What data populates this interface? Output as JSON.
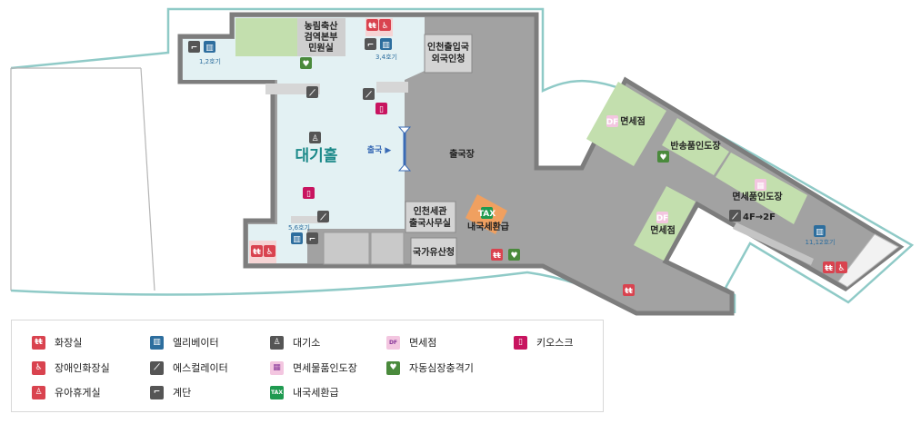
{
  "map": {
    "rooms": {
      "quarantine": [
        "농림축산",
        "검역본부",
        "민원실"
      ],
      "immigration": [
        "인천출입국",
        "외국인청"
      ],
      "customs": [
        "인천세관",
        "출국사무실"
      ],
      "heritage": "국가유산청",
      "waiting_hall": "대기홀",
      "departure_area": "출국장",
      "exit_label": "출국 ▶",
      "tax_refund": "내국세환급",
      "duty_free_1": "면세점",
      "duty_free_2": "면세점",
      "return_pickup": "반송품인도장",
      "dutyfree_pickup": "면세품인도장",
      "escalator_4f_2f": "4F→2F"
    },
    "elevators": {
      "e12": "1,2호기",
      "e34": "3,4호기",
      "e56": "5,6호기",
      "e1112": "11,12호기"
    }
  },
  "glyphs": {
    "restroom": "ŧŧ",
    "accessible": "♿",
    "nursing": "♙",
    "elevator": "▥",
    "escalator": "⟋",
    "stairs": "⌐",
    "waiting": "♙",
    "dutyfree": "DF",
    "gift": "▦",
    "taxrefund": "TAX",
    "kiosk": "▯",
    "aed": "♥"
  },
  "legend": [
    {
      "key": "restroom",
      "label": "화장실",
      "color": "#d9434f"
    },
    {
      "key": "accessible",
      "label": "장애인화장실",
      "color": "#d9434f"
    },
    {
      "key": "nursing",
      "label": "유아휴게실",
      "color": "#d9434f"
    },
    {
      "key": "elevator",
      "label": "엘리베이터",
      "color": "#2d6e9e"
    },
    {
      "key": "escalator",
      "label": "에스컬레이터",
      "color": "#555555"
    },
    {
      "key": "stairs",
      "label": "계단",
      "color": "#555555"
    },
    {
      "key": "waiting",
      "label": "대기소",
      "color": "#555555"
    },
    {
      "key": "gift",
      "label": "면세물품인도장",
      "color": "#f3c6e0"
    },
    {
      "key": "taxrefund",
      "label": "내국세환급",
      "color": "#1f9a50"
    },
    {
      "key": "dutyfree",
      "label": "면세점",
      "color": "#f3c6e0"
    },
    {
      "key": "aed",
      "label": "자동심장충격기",
      "color": "#4a8a3c"
    },
    {
      "key": "kiosk",
      "label": "키오스크",
      "color": "#c8145f"
    }
  ]
}
